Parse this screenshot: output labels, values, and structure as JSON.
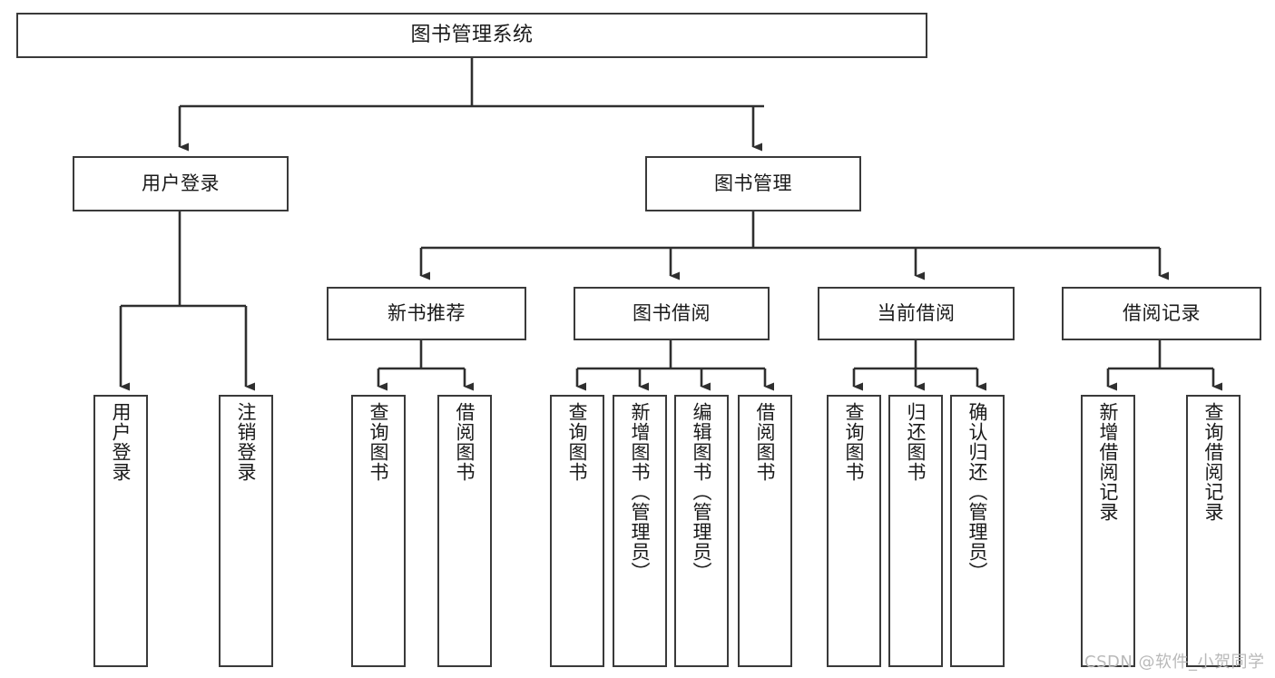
{
  "diagram": {
    "title": "图书管理系统",
    "type": "tree",
    "watermark": "CSDN @软件_小贺同学",
    "colors": {
      "box_border": "#3a3a3a",
      "box_fill": "#ffffff",
      "edge": "#2f2f2f",
      "text": "#1a1a1a",
      "watermark": "#b9b9b9"
    },
    "nodes": {
      "root": {
        "label": "图书管理系统"
      },
      "level1": [
        {
          "id": "user-login",
          "label": "用户登录"
        },
        {
          "id": "book-manage",
          "label": "图书管理"
        }
      ],
      "level2": [
        {
          "id": "new-book-recommend",
          "label": "新书推荐"
        },
        {
          "id": "book-borrow",
          "label": "图书借阅"
        },
        {
          "id": "current-borrow",
          "label": "当前借阅"
        },
        {
          "id": "borrow-record",
          "label": "借阅记录"
        }
      ],
      "leaves": {
        "user_login": [
          {
            "id": "leaf-user-login",
            "label": "用户登录"
          },
          {
            "id": "leaf-logout-login",
            "label": "注销登录"
          }
        ],
        "new_book_recommend": [
          {
            "id": "leaf-query-book-1",
            "label": "查询图书"
          },
          {
            "id": "leaf-borrow-book-1",
            "label": "借阅图书"
          }
        ],
        "book_borrow": [
          {
            "id": "leaf-query-book-2",
            "label": "查询图书"
          },
          {
            "id": "leaf-add-book",
            "label": "新增图书（管理员）"
          },
          {
            "id": "leaf-edit-book",
            "label": "编辑图书（管理员）"
          },
          {
            "id": "leaf-borrow-book-2",
            "label": "借阅图书"
          }
        ],
        "current_borrow": [
          {
            "id": "leaf-query-book-3",
            "label": "查询图书"
          },
          {
            "id": "leaf-return-book",
            "label": "归还图书"
          },
          {
            "id": "leaf-confirm-return",
            "label": "确认归还（管理员）"
          }
        ],
        "borrow_record": [
          {
            "id": "leaf-add-record",
            "label": "新增借阅记录"
          },
          {
            "id": "leaf-query-record",
            "label": "查询借阅记录"
          }
        ]
      }
    }
  }
}
